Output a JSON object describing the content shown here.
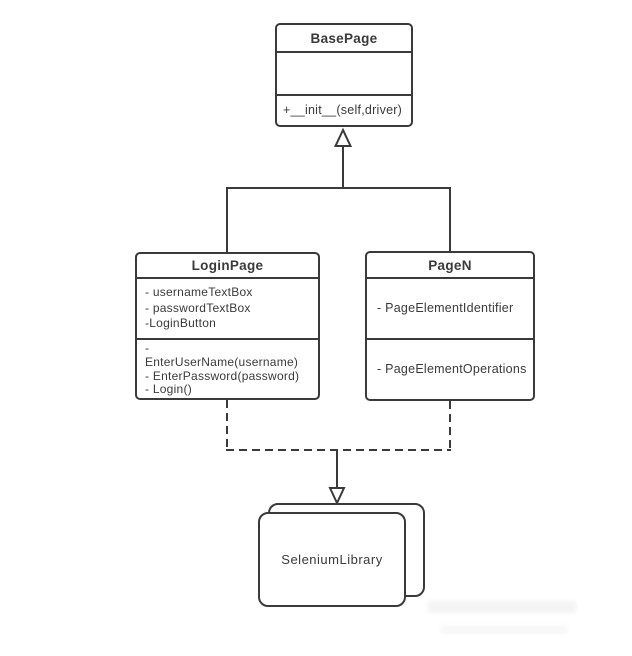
{
  "diagram_type": "uml-class-diagram",
  "colors": {
    "stroke": "#3a3a3a",
    "text": "#3a3a3a",
    "background": "#ffffff"
  },
  "classes": {
    "base_page": {
      "title": "BasePage",
      "attributes": [],
      "methods": [
        "+__init__(self,driver)"
      ]
    },
    "login_page": {
      "title": "LoginPage",
      "attributes": [
        "- usernameTextBox",
        "- passwordTextBox",
        "-LoginButton"
      ],
      "methods": [
        "-",
        "EnterUserName(username)",
        "- EnterPassword(password)",
        "- Login()"
      ]
    },
    "page_n": {
      "title": "PageN",
      "attributes": [
        "- PageElementIdentifier"
      ],
      "operations": [
        "- PageElementOperations"
      ]
    }
  },
  "artifact": {
    "label": "SeleniumLibrary",
    "style": "stacked-rounded-rectangles"
  },
  "relationships": [
    {
      "type": "generalization",
      "from": [
        "LoginPage",
        "PageN"
      ],
      "to": "BasePage",
      "arrowhead": "hollow-triangle-up",
      "line": "solid"
    },
    {
      "type": "dependency",
      "from": [
        "LoginPage",
        "PageN"
      ],
      "to": "SeleniumLibrary",
      "arrowhead": "hollow-triangle-down",
      "line": "dashed"
    }
  ]
}
